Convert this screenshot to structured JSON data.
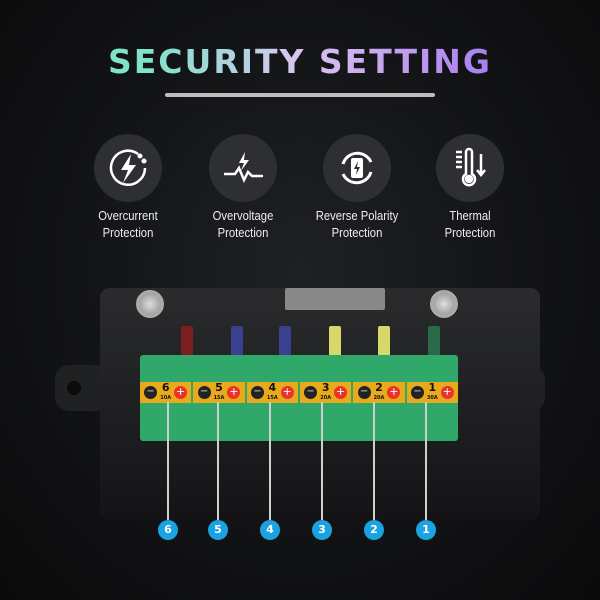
{
  "title": "SECURITY SETTING",
  "features": [
    {
      "icon": "lightning-circle-icon",
      "line1": "Overcurrent",
      "line2": "Protection"
    },
    {
      "icon": "voltage-spike-icon",
      "line1": "Overvoltage",
      "line2": "Protection"
    },
    {
      "icon": "battery-reverse-icon",
      "line1": "Reverse Polarity",
      "line2": "Protection"
    },
    {
      "icon": "thermometer-icon",
      "line1": "Thermal",
      "line2": "Protection"
    }
  ],
  "circuits": [
    {
      "number": "6",
      "rating": "10A",
      "fuse_color": "#7a1e22"
    },
    {
      "number": "5",
      "rating": "15A",
      "fuse_color": "#3b3f8f"
    },
    {
      "number": "4",
      "rating": "15A",
      "fuse_color": "#3b3f8f"
    },
    {
      "number": "3",
      "rating": "20A",
      "fuse_color": "#d8d86a"
    },
    {
      "number": "2",
      "rating": "20A",
      "fuse_color": "#d8d86a"
    },
    {
      "number": "1",
      "rating": "30A",
      "fuse_color": "#2a6a48"
    }
  ],
  "colors": {
    "callout": "#1aa3e0",
    "terminal": "#2fa86a",
    "label_strip": "#e9a91c"
  }
}
